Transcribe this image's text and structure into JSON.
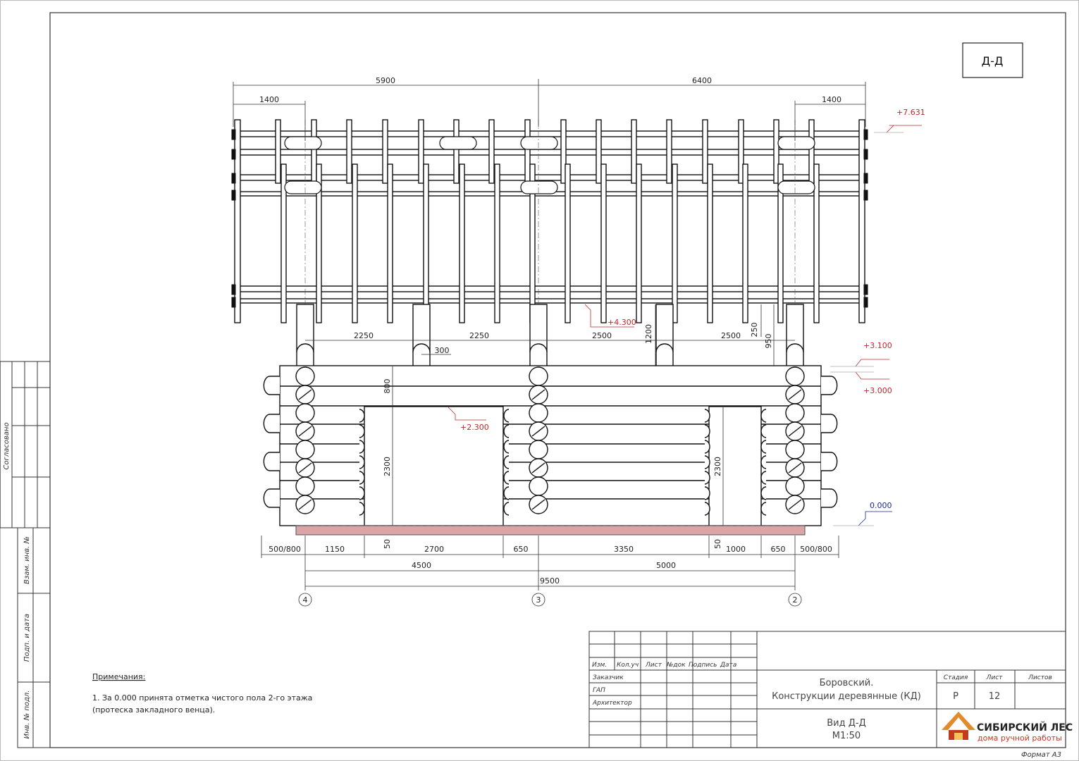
{
  "view_label": "Д-Д",
  "dimensions": {
    "top_span_left": "5900",
    "top_span_right": "6400",
    "overhang_left": "1400",
    "overhang_right": "1400",
    "post_bays": [
      "2250",
      "2250",
      "2500",
      "2500"
    ],
    "post_width": "300",
    "heights": {
      "h1200": "1200",
      "h950": "950",
      "h250": "250",
      "h800": "800",
      "h2300a": "2300",
      "h2300b": "2300",
      "h50a": "50",
      "h50b": "50"
    },
    "bottom_row": [
      "500/800",
      "1150",
      "2700",
      "650",
      "3350",
      "1000",
      "650",
      "500/800"
    ],
    "bays": [
      "4500",
      "5000"
    ],
    "total": "9500"
  },
  "levels": {
    "roof": "+7.631",
    "beam": "+4.300",
    "top_wall": "+3.100",
    "wall": "+3.000",
    "lintel": "+2.300",
    "floor": "0.000"
  },
  "colors": {
    "level_red": "#c0282a",
    "level_blue": "#1a2a9a",
    "sill": "#d9a5a5"
  },
  "axes": [
    "4",
    "3",
    "2"
  ],
  "notes": {
    "title": "Примечания:",
    "line1": "1. За 0.000 принята отметка чистого пола 2-го этажа",
    "line2": "(протеска закладного венца)."
  },
  "side_stamp": {
    "agreed": "Согласовано",
    "inv_vzam": "Взам. инв. №",
    "sign_date": "Подп. и дата",
    "inv_podl": "Инв. № подл."
  },
  "title_block": {
    "col_headers": [
      "Изм.",
      "Кол.уч",
      "Лист",
      "№док",
      "Подпись",
      "Дата"
    ],
    "roles": [
      "Заказчик",
      "ГАП",
      "Архитектор"
    ],
    "project_line1": "Боровский.",
    "project_line2": "Конструкции деревянные (КД)",
    "stage_header": "Стадия",
    "sheet_header": "Лист",
    "sheets_header": "Листов",
    "stage_value": "Р",
    "sheet_value": "12",
    "sheets_value": "",
    "view_title": "Вид Д-Д",
    "scale": "М1:50",
    "logo_main": "СИБИРСКИЙ ЛЕС",
    "logo_sub": "дома ручной работы"
  },
  "format_label": "Формат А3"
}
